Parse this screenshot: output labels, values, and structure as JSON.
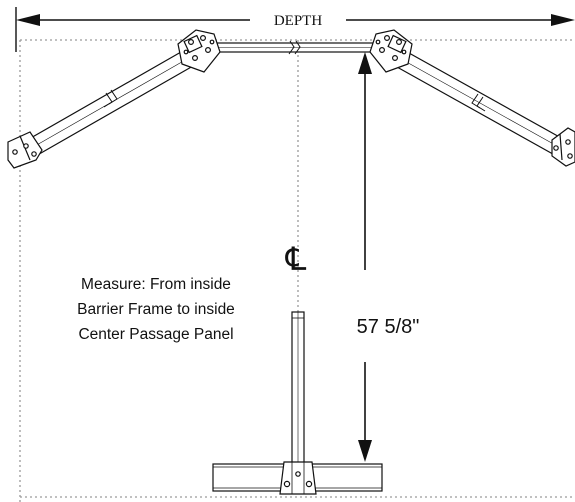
{
  "diagram": {
    "depth_label": "DEPTH",
    "centerline_symbol": "℄",
    "measure_note": [
      "Measure: From inside",
      "Barrier Frame to inside",
      "Center Passage Panel"
    ],
    "dimension_value": "57 5/8\""
  },
  "colors": {
    "line": "#111111",
    "dotted_guide": "#9a9a9a",
    "background": "#ffffff"
  }
}
